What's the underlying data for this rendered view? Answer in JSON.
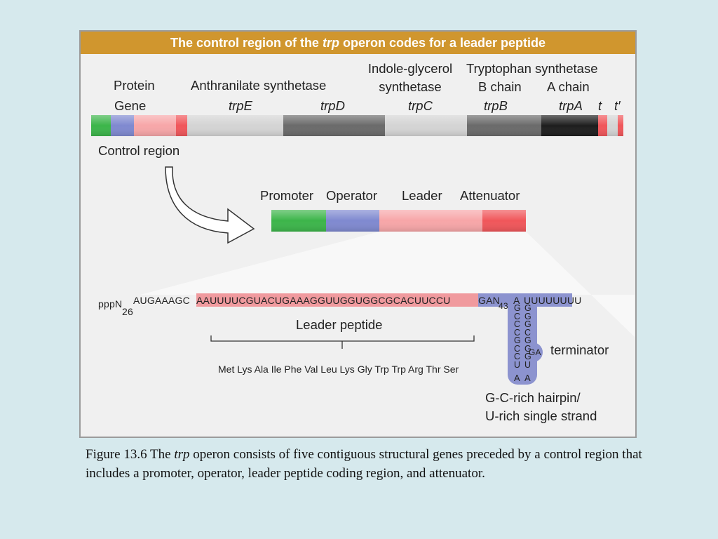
{
  "title": {
    "prefix": "The control region of the ",
    "italic": "trp",
    "suffix": " operon codes for a leader peptide"
  },
  "gene_labels": {
    "protein": "Protein",
    "gene": "Gene",
    "anthranilate": "Anthranilate synthetase",
    "indole1": "Indole-glycerol",
    "indole2": "synthetase",
    "trypto": "Tryptophan synthetase",
    "bchain": "B chain",
    "achain": "A chain",
    "trpE": "trpE",
    "trpD": "trpD",
    "trpC": "trpC",
    "trpB": "trpB",
    "trpA": "trpA",
    "t": "t",
    "tprime": "t′",
    "control_region": "Control region"
  },
  "control_labels": {
    "promoter": "Promoter",
    "operator": "Operator",
    "leader": "Leader",
    "attenuator": "Attenuator"
  },
  "sequence": {
    "ppp": "pppN",
    "sub26": "26",
    "prefix": "AUGAAAGC",
    "leader": "AAUUUUCGUACUGAAAGGUUGGUGGCGCACUUCCU",
    "gan": "GAN",
    "sub43": "43",
    "tail": "UUUUUUUU",
    "tail_top_a": "A",
    "leader_peptide_label": "Leader peptide",
    "amino_acids": "Met Lys Ala Ile Phe Val Leu Lys Gly Trp Trp Arg Thr Ser",
    "stem_left": [
      "G",
      "C",
      "C",
      "C",
      "G",
      "C",
      "C",
      "U"
    ],
    "stem_right": [
      "G",
      "G",
      "G",
      "C",
      "G",
      "G",
      "G",
      "U"
    ],
    "loop": [
      "G",
      "A"
    ],
    "bottom": [
      "A",
      "A"
    ],
    "terminator": "terminator",
    "hairpin1": "G-C-rich hairpin/",
    "hairpin2": "U-rich single strand"
  },
  "caption": {
    "prefix": "Figure 13.6  The ",
    "italic": "trp",
    "rest": " operon consists of five contiguous structural genes preceded by a control region that includes a promoter, operator, leader peptide coding region, and attenuator."
  },
  "colors": {
    "banner": "#d0962e",
    "promoter": "#3cb54a",
    "operator": "#7f89d0",
    "leader": "#f7a6a8",
    "attenuator": "#f0565a",
    "light_gray": "#d4d4d4",
    "dark_gray": "#6a6a6a",
    "black": "#1e1e1e",
    "hairpin": "#8c93cf"
  }
}
